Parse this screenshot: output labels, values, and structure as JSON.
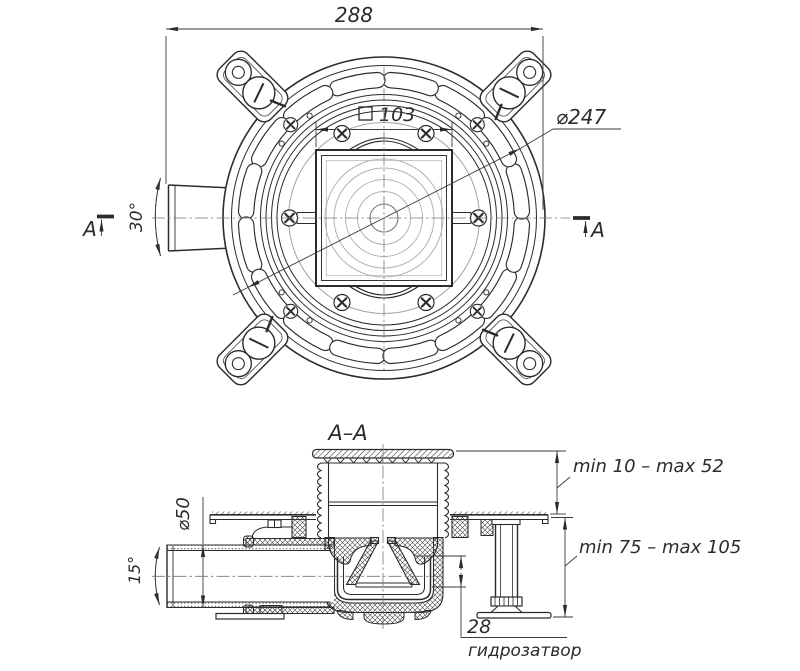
{
  "labels": {
    "dim_overall_width": "288",
    "dim_grate_size": "103",
    "dim_flange_diameter": "⌀247",
    "dim_inlet_angle": "30°",
    "section_letter": "A",
    "section_title": "A–A",
    "dim_install_depth": "min 10 – max 52",
    "dim_leg_height": "min 75 – max 105",
    "dim_seal_height": "28",
    "seal_note": "гидрозатвор",
    "dim_pipe_diameter": "⌀50",
    "dim_pipe_angle": "15°"
  },
  "colors": {
    "line": "#2b2b2b",
    "thin_line": "#8a8a8a",
    "hatch": "#444444",
    "background": "#ffffff"
  }
}
